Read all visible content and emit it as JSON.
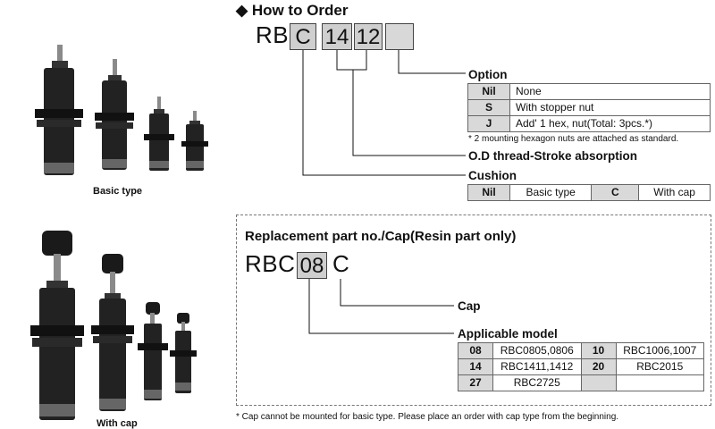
{
  "images": {
    "basic_caption": "Basic type",
    "cap_caption": "With cap"
  },
  "how_to_order": {
    "title": "How to Order",
    "bullet": "◆",
    "prefix": "RB",
    "boxes": [
      "C",
      "14",
      "12",
      ""
    ],
    "option": {
      "label": "Option",
      "rows": [
        {
          "key": "Nil",
          "value": "None"
        },
        {
          "key": "S",
          "value": "With stopper nut"
        },
        {
          "key": "J",
          "value": "Add' 1 hex, nut(Total: 3pcs.*)"
        }
      ],
      "note": "* 2 mounting hexagon nuts are attached as standard."
    },
    "od_label": "O.D thread-Stroke absorption",
    "cushion": {
      "label": "Cushion",
      "row": [
        "Nil",
        "Basic type",
        "C",
        "With cap"
      ]
    }
  },
  "replacement": {
    "title": "Replacement part no./Cap(Resin part only)",
    "prefix": "RBC",
    "box": "08",
    "suffix": "C",
    "cap_label": "Cap",
    "model_label": "Applicable model",
    "rows": [
      [
        "08",
        "RBC0805,0806",
        "10",
        "RBC1006,1007"
      ],
      [
        "14",
        "RBC1411,1412",
        "20",
        "RBC2015"
      ],
      [
        "27",
        "RBC2725",
        "",
        ""
      ]
    ],
    "note": "* Cap cannot be mounted for basic type. Please place an order with cap type from the beginning."
  }
}
